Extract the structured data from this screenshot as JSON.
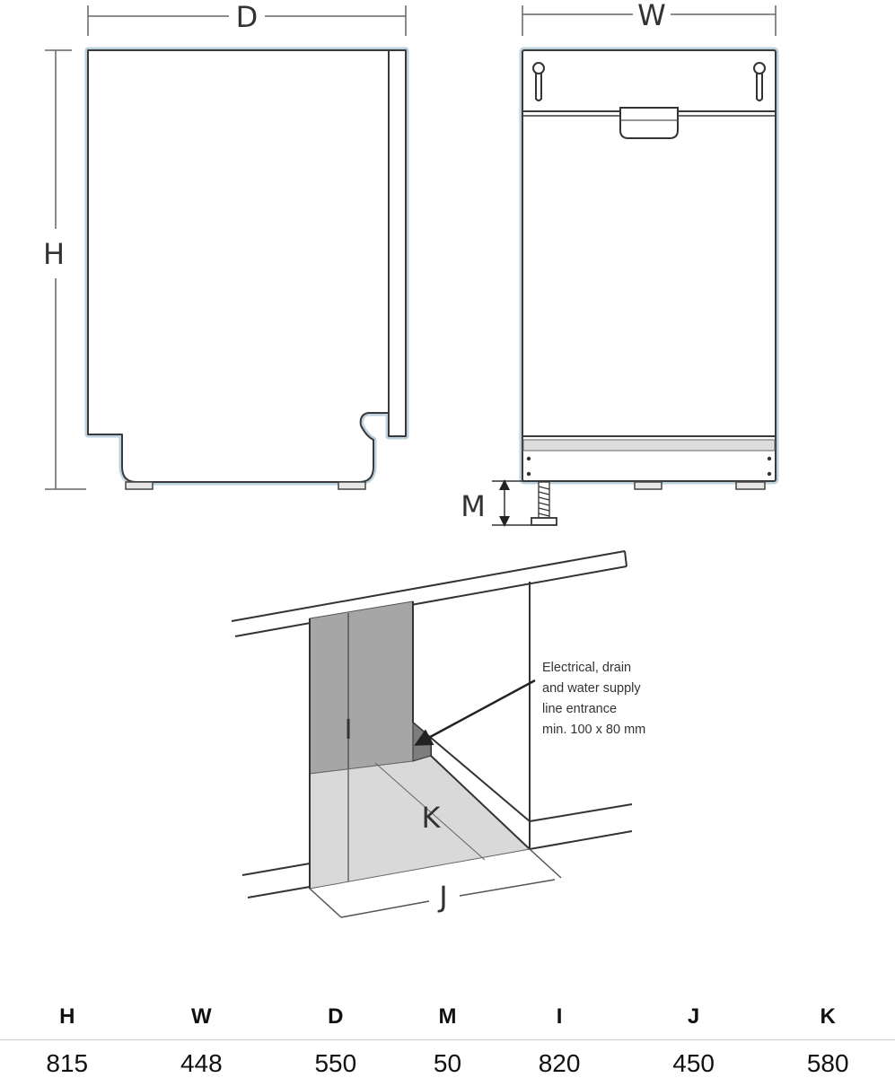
{
  "diagram": {
    "side_view": {
      "depth_label": "D",
      "height_label": "H"
    },
    "front_view": {
      "width_label": "W",
      "foot_label": "M"
    },
    "niche_view": {
      "height_label": "I",
      "depth_label": "K",
      "width_label": "J",
      "note_lines": [
        "Electrical, drain",
        "and water supply",
        "line entrance",
        "min. 100 x 80 mm"
      ]
    }
  },
  "dimensions_table": {
    "headers": [
      "H",
      "W",
      "D",
      "M",
      "I",
      "J",
      "K"
    ],
    "values": [
      "815",
      "448",
      "550",
      "50",
      "820",
      "450",
      "580"
    ]
  },
  "colors": {
    "outline": "#444444",
    "glow": "#bcd3df",
    "niche_wall": "#a6a6a6",
    "niche_floor": "#d9d9d9"
  }
}
